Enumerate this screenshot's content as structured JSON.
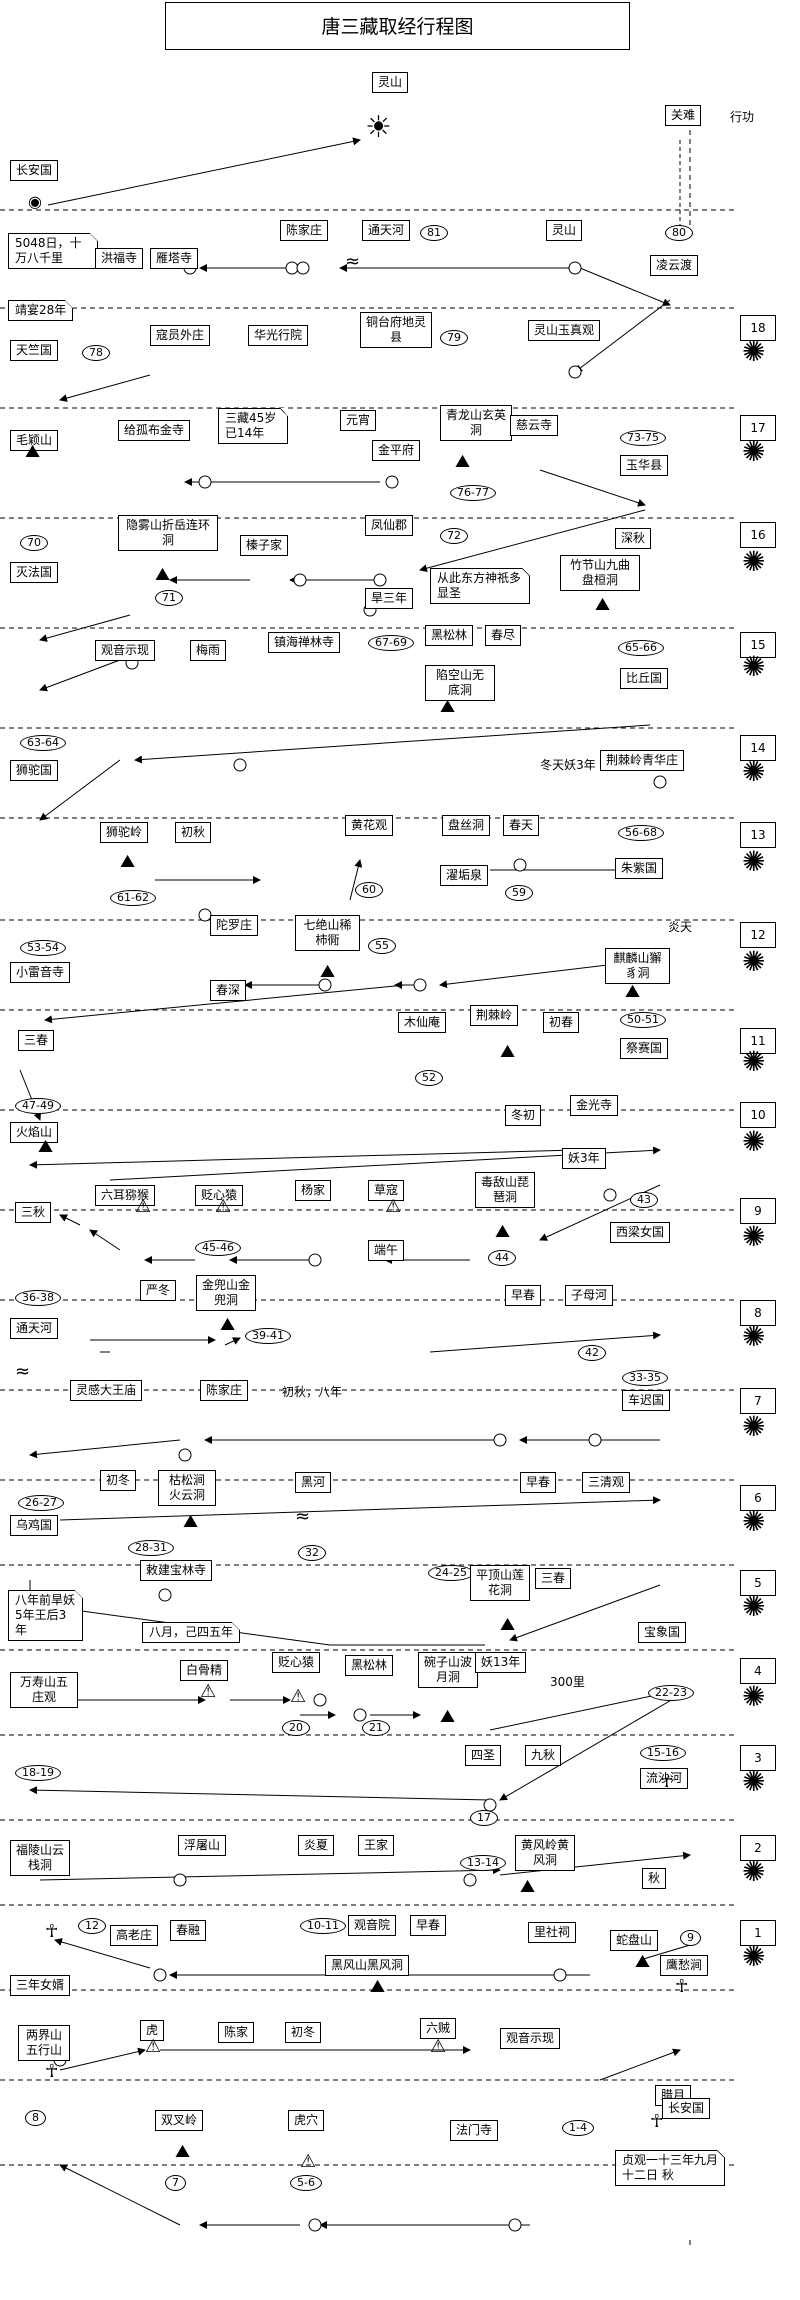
{
  "title": "唐三藏取经行程图",
  "header": {
    "guannan": "关难",
    "xingcheng": "行功"
  },
  "top": {
    "lingshan": "灵山",
    "changan": "长安国",
    "note_5048": "5048日，十万八千里",
    "hongfu": "洪福寺",
    "yanta": "雁塔寺",
    "chenjiazhuang": "陈家庄",
    "tongtianhe": "通天河",
    "n81": "81",
    "lingshan2": "灵山",
    "n80": "80",
    "lingyundu": "凌云渡"
  },
  "row18": {
    "num": "18",
    "zhenguan": "靖宴28年",
    "tianzhu": "天竺国",
    "n78": "78",
    "kouyuanwai": "寇员外庄",
    "huaguang": "华光行院",
    "tongtaifu": "铜台府地灵县",
    "n79": "79",
    "lingshanyuzhen": "灵山玉真观"
  },
  "row17": {
    "num": "17",
    "maoying": "毛颖山",
    "jigudu": "给孤布金寺",
    "sanzang45": "三藏45岁已14年",
    "yuanxiao": "元宵",
    "jinpingfu": "金平府",
    "qinglong": "青龙山玄英洞",
    "ciyun": "慈云寺",
    "n7375": "73-75",
    "n7677": "76-77",
    "yuhuaxian": "玉华县"
  },
  "row16": {
    "num": "16",
    "n70": "70",
    "miefa": "灭法国",
    "yinwu": "隐雾山折岳连环洞",
    "n71": "71",
    "zhezijia": "榛子家",
    "fengxian": "凤仙郡",
    "n72": "72",
    "hansannian": "旱三年",
    "congci": "从此东方神祇多显圣",
    "shenqiu": "深秋",
    "zhujie": "竹节山九曲盘桓洞"
  },
  "row15": {
    "num": "15",
    "guanyin": "观音示现",
    "meiyu": "梅雨",
    "zhenhai": "镇海禅林寺",
    "n6769": "67-69",
    "heisonglin": "黑松林",
    "chunjin": "春尽",
    "n6566": "65-66",
    "xiankong": "陷空山无底洞",
    "biqiu": "比丘国"
  },
  "row14": {
    "num": "14",
    "n6364": "63-64",
    "shituo": "狮驼国",
    "dongtian": "冬天妖3年",
    "bozi": "荆棘岭青华庄"
  },
  "row13": {
    "num": "13",
    "shituoling": "狮驼岭",
    "chuqiu": "初秋",
    "huanghua": "黄花观",
    "pansi": "盘丝洞",
    "chuntian": "春天",
    "n5668": "56-68",
    "n6162": "61-62",
    "n60": "60",
    "zhuoquan": "濯垢泉",
    "n59": "59",
    "zhuzi": "朱紫国"
  },
  "row12": {
    "num": "12",
    "tuoluo": "陀罗庄",
    "qijue": "七绝山稀柿衕",
    "n55": "55",
    "yantian": "炎天",
    "n5354": "53-54",
    "xiaoleiyin": "小雷音寺",
    "chunshen": "春深",
    "qilin": "麒麟山獬豸洞"
  },
  "row11": {
    "num": "11",
    "sanchun": "三春",
    "muxian": "木仙庵",
    "jingji": "荆棘岭",
    "chuchun": "初春",
    "n5051": "50-51",
    "n52": "52",
    "jisai": "祭赛国"
  },
  "row10": {
    "num": "10",
    "n4749": "47-49",
    "huoyan": "火焰山",
    "dongchu": "冬初",
    "jinguang": "金光寺",
    "yao3": "妖3年"
  },
  "row9": {
    "num": "9",
    "sanqiu": "三秋",
    "liuer": "六耳猕猴",
    "yinxin": "贬心猿",
    "yangjia": "杨家",
    "caokou": "草寇",
    "dudi": "毒敌山琵琶洞",
    "n43": "43",
    "n4546": "45-46",
    "duanwu": "端午",
    "n44": "44",
    "xiliang": "西梁女国"
  },
  "row8": {
    "num": "8",
    "n3638": "36-38",
    "yandong": "严冬",
    "jindou": "金兜山金兜洞",
    "zaochun": "早春",
    "zimu": "子母河",
    "tongtianhe": "通天河",
    "n3941": "39-41",
    "n42": "42"
  },
  "row7": {
    "num": "7",
    "linggan": "灵感大王庙",
    "chenjia": "陈家庄",
    "chuqiu8": "初秋，八年",
    "n3335": "33-35",
    "chechi": "车迟国"
  },
  "row6": {
    "num": "6",
    "chudong": "初冬",
    "kusong": "枯松涧火云洞",
    "heihe": "黑河",
    "zaochun": "早春",
    "sanqing": "三清观",
    "n2627": "26-27",
    "wuji": "乌鸡国",
    "n2831": "28-31",
    "n32": "32"
  },
  "row5": {
    "num": "5",
    "chijian": "敕建宝林寺",
    "n2425": "24-25",
    "pingding": "平顶山莲花洞",
    "sanchun": "三春",
    "banian": "八年前旱妖5年王后3年",
    "bayue": "八月，己四五年",
    "baoxiang": "宝象国"
  },
  "row4": {
    "num": "4",
    "wanshou": "万寿山五庄观",
    "baigu": "白骨精",
    "yinxin": "贬心猿",
    "heisong": "黑松林",
    "wanzi": "碗子山波月洞",
    "yao13": "妖13年",
    "li300": "300里",
    "n20": "20",
    "n21": "21",
    "n2223": "22-23"
  },
  "row3": {
    "num": "3",
    "n1819": "18-19",
    "sisheng": "四圣",
    "jiuqiu": "九秋",
    "n1516": "15-16",
    "liusha": "流沙河",
    "n17": "17"
  },
  "row2": {
    "num": "2",
    "fuling": "福陵山云栈洞",
    "futu": "浮屠山",
    "yanxia": "炎夏",
    "wangjia": "王家",
    "n1314": "13-14",
    "huangfeng": "黄风岭黄风洞",
    "qiu": "秋"
  },
  "row1": {
    "num": "1",
    "n12": "12",
    "gaolao": "高老庄",
    "chunrong": "春融",
    "n1011": "10-11",
    "guanyinyuan": "观音院",
    "zaochun": "早春",
    "lishe": "里社祠",
    "shepan": "蛇盘山",
    "n9": "9",
    "heifeng": "黑风山黑风洞",
    "yingchou": "鹰愁涧",
    "sannian": "三年女婿"
  },
  "row0": {
    "liangjie": "两界山五行山",
    "hu": "虎",
    "chenjia": "陈家",
    "chudong": "初冬",
    "liuzei": "六贼",
    "guanyinshixian": "观音示现",
    "layue": "腊月",
    "n8": "8",
    "shuangcha": "双叉岭",
    "huxue": "虎穴",
    "famen": "法门寺",
    "n14": "1-4",
    "changan": "长安国",
    "n7": "7",
    "n56": "5-6",
    "zhenguan": "贞观一十三年九月十二日 秋"
  }
}
